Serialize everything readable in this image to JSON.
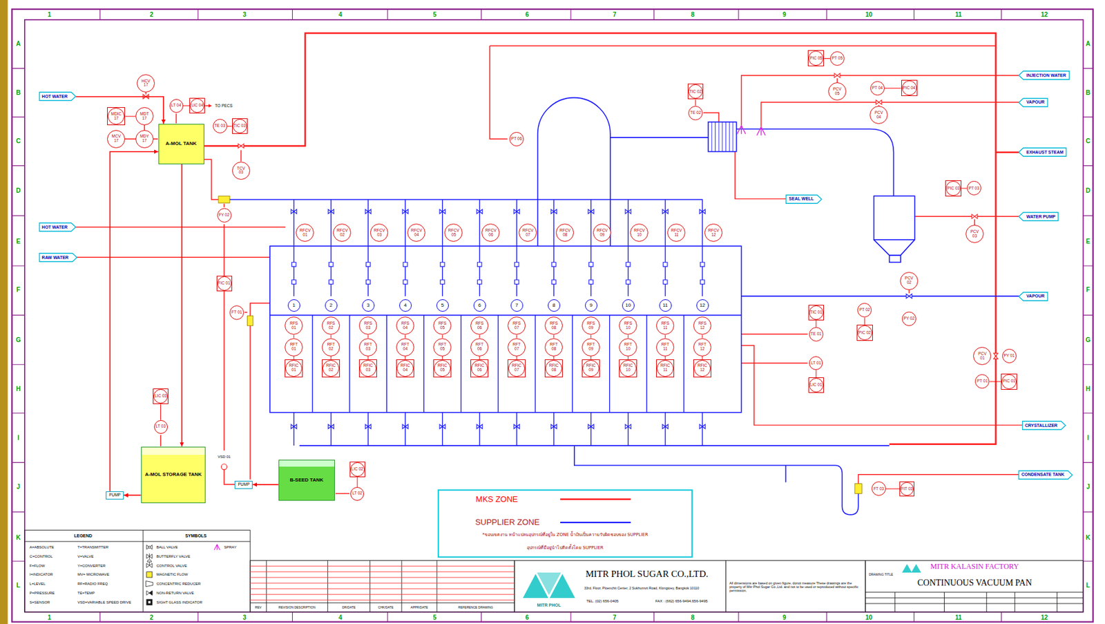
{
  "diagram": {
    "title": "CONTINUOUS VACUUM PAN",
    "nodes": [
      {
        "text": [
          "PIC 05"
        ]
      },
      {
        "text": [
          "PT 05"
        ]
      },
      {
        "text": [
          "INJECTION WATER"
        ]
      },
      {
        "text": [
          "PT 04"
        ]
      },
      {
        "text": [
          "PIC 04"
        ]
      },
      {
        "text": [
          "HOT WATER"
        ]
      },
      {
        "text": [
          "HCV 17"
        ]
      },
      {
        "text": [
          "PCV 05"
        ]
      },
      {
        "text": [
          "TIC 02"
        ]
      },
      {
        "text": [
          "VAPOUR"
        ]
      },
      {
        "text": [
          "LT 04"
        ]
      },
      {
        "text": [
          "LIC 04"
        ]
      },
      {
        "text": [
          "PCV 04"
        ]
      },
      {
        "text": [
          "MDIC 17"
        ]
      },
      {
        "text": [
          "MDT 17"
        ]
      },
      {
        "text": [
          "TE 02"
        ]
      },
      {
        "text": [
          "TE 03"
        ]
      },
      {
        "text": [
          "TIC 03"
        ]
      },
      {
        "text": [
          "A-MOL TANK"
        ]
      },
      {
        "text": [
          "MCV 17"
        ]
      },
      {
        "text": [
          "MDY 17"
        ]
      },
      {
        "text": [
          "PT 06"
        ]
      },
      {
        "text": [
          "EXHAUST STEAM"
        ]
      },
      {
        "text": [
          "TCV 03"
        ]
      },
      {
        "text": [
          "PIC 03"
        ]
      },
      {
        "text": [
          "PT 03"
        ]
      },
      {
        "text": [
          "SEAL WELL"
        ]
      },
      {
        "text": [
          "FY 02"
        ]
      },
      {
        "text": [
          "WATER PUMP"
        ]
      },
      {
        "text": [
          "HOT WATER"
        ]
      },
      {
        "text": [
          "PCV 03"
        ]
      },
      {
        "text": [
          "RFCV 01"
        ]
      },
      {
        "text": [
          "RFCV 02"
        ]
      },
      {
        "text": [
          "RFCV 03"
        ]
      },
      {
        "text": [
          "RFCV 04"
        ]
      },
      {
        "text": [
          "RFCV 05"
        ]
      },
      {
        "text": [
          "RFCV 06"
        ]
      },
      {
        "text": [
          "RFCV 07"
        ]
      },
      {
        "text": [
          "RFCV 08"
        ]
      },
      {
        "text": [
          "RFCV 09"
        ]
      },
      {
        "text": [
          "RFCV 10"
        ]
      },
      {
        "text": [
          "RFCV 11"
        ]
      },
      {
        "text": [
          "RFCV 12"
        ]
      },
      {
        "text": [
          "RAW WATER"
        ]
      },
      {
        "text": [
          "FIC 01"
        ]
      },
      {
        "text": [
          "PCV 02"
        ]
      },
      {
        "text": [
          "VAPOUR"
        ]
      },
      {
        "text": [
          "1"
        ]
      },
      {
        "text": [
          "2"
        ]
      },
      {
        "text": [
          "3"
        ]
      },
      {
        "text": [
          "4"
        ]
      },
      {
        "text": [
          "5"
        ]
      },
      {
        "text": [
          "6"
        ]
      },
      {
        "text": [
          "7"
        ]
      },
      {
        "text": [
          "8"
        ]
      },
      {
        "text": [
          "9"
        ]
      },
      {
        "text": [
          "10"
        ]
      },
      {
        "text": [
          "11"
        ]
      },
      {
        "text": [
          "12"
        ]
      },
      {
        "text": [
          "PT 02"
        ]
      },
      {
        "text": [
          "TIC 01"
        ]
      },
      {
        "text": [
          "FT 01"
        ]
      },
      {
        "text": [
          "PY 02"
        ]
      },
      {
        "text": [
          "RFS 01"
        ]
      },
      {
        "text": [
          "RFS 02"
        ]
      },
      {
        "text": [
          "RFS 03"
        ]
      },
      {
        "text": [
          "RFS 04"
        ]
      },
      {
        "text": [
          "RFS 05"
        ]
      },
      {
        "text": [
          "RFS 06"
        ]
      },
      {
        "text": [
          "RFS 07"
        ]
      },
      {
        "text": [
          "RFS 08"
        ]
      },
      {
        "text": [
          "RFS 09"
        ]
      },
      {
        "text": [
          "RFS 10"
        ]
      },
      {
        "text": [
          "RFS 11"
        ]
      },
      {
        "text": [
          "RFS 12"
        ]
      },
      {
        "text": [
          "PIC 02"
        ]
      },
      {
        "text": [
          "TE 01"
        ]
      },
      {
        "text": [
          "RFT 01"
        ]
      },
      {
        "text": [
          "RFT 02"
        ]
      },
      {
        "text": [
          "RFT 03"
        ]
      },
      {
        "text": [
          "RFT 04"
        ]
      },
      {
        "text": [
          "RFT 05"
        ]
      },
      {
        "text": [
          "RFT 06"
        ]
      },
      {
        "text": [
          "RFT 07"
        ]
      },
      {
        "text": [
          "RFT 08"
        ]
      },
      {
        "text": [
          "RFT 09"
        ]
      },
      {
        "text": [
          "RFT 10"
        ]
      },
      {
        "text": [
          "RFT 11"
        ]
      },
      {
        "text": [
          "RFT 12"
        ]
      },
      {
        "text": [
          "PCV 01"
        ]
      },
      {
        "text": [
          "PY 01"
        ]
      },
      {
        "text": [
          "LT 01"
        ]
      },
      {
        "text": [
          "RFIC 01"
        ]
      },
      {
        "text": [
          "RFIC 02"
        ]
      },
      {
        "text": [
          "RFIC 03"
        ]
      },
      {
        "text": [
          "RFIC 04"
        ]
      },
      {
        "text": [
          "RFIC 05"
        ]
      },
      {
        "text": [
          "RFIC 06"
        ]
      },
      {
        "text": [
          "RFIC 07"
        ]
      },
      {
        "text": [
          "RFIC 08"
        ]
      },
      {
        "text": [
          "RFIC 09"
        ]
      },
      {
        "text": [
          "RFIC 10"
        ]
      },
      {
        "text": [
          "RFIC 11"
        ]
      },
      {
        "text": [
          "RFIC 12"
        ]
      },
      {
        "text": [
          "PT 01"
        ]
      },
      {
        "text": [
          "PIC 01"
        ]
      },
      {
        "text": [
          "LIC 01"
        ]
      },
      {
        "text": [
          "LIC 03"
        ]
      },
      {
        "text": [
          "CRYSTALLIZER"
        ]
      },
      {
        "text": [
          "LT 03"
        ]
      },
      {
        "text": [
          "A-MOL STORAGE TANK"
        ]
      },
      {
        "text": [
          "LIC 02"
        ]
      },
      {
        "text": [
          "CONDENSATE TANK"
        ]
      },
      {
        "text": [
          "B-SEED TANK"
        ]
      },
      {
        "text": [
          "PUMP"
        ]
      },
      {
        "text": [
          "FT 03"
        ]
      },
      {
        "text": [
          "FIT 03"
        ]
      },
      {
        "text": [
          "PUMP"
        ]
      },
      {
        "text": [
          "LT 02"
        ]
      }
    ],
    "edges": [
      {
        "from": 5,
        "to": 18,
        "arrow": "to"
      },
      {
        "from": 18,
        "to": 110,
        "arrow": "to"
      },
      {
        "from": 117,
        "to": 18,
        "arrow": "to"
      },
      {
        "from": 110,
        "to": 117,
        "arrow": "to"
      },
      {
        "from": 113,
        "to": 114,
        "arrow": "to"
      },
      {
        "from": 109,
        "to": 107,
        "arrow": "none"
      },
      {
        "from": 118,
        "to": 111,
        "arrow": "none"
      },
      {
        "from": 76,
        "to": 60,
        "arrow": "none"
      },
      {
        "from": 91,
        "to": 106,
        "arrow": "none"
      },
      {
        "from": 15,
        "to": 8,
        "arrow": "none"
      },
      {
        "from": 1,
        "to": 0,
        "arrow": "none"
      },
      {
        "from": 3,
        "to": 4,
        "arrow": "none"
      },
      {
        "from": 25,
        "to": 24,
        "arrow": "none"
      },
      {
        "from": 59,
        "to": 75,
        "arrow": "none"
      },
      {
        "from": 104,
        "to": 105,
        "arrow": "none"
      },
      {
        "from": 115,
        "to": 116,
        "arrow": "none"
      },
      {
        "from": 16,
        "to": 17,
        "arrow": "none"
      },
      {
        "from": 14,
        "to": 13,
        "arrow": "none"
      },
      {
        "from": 10,
        "to": 11,
        "arrow": "none"
      },
      {
        "from": 63,
        "to": 77,
        "arrow": "none"
      },
      {
        "from": 64,
        "to": 78,
        "arrow": "none"
      },
      {
        "from": 65,
        "to": 79,
        "arrow": "none"
      },
      {
        "from": 66,
        "to": 80,
        "arrow": "none"
      },
      {
        "from": 67,
        "to": 81,
        "arrow": "none"
      },
      {
        "from": 68,
        "to": 82,
        "arrow": "none"
      },
      {
        "from": 69,
        "to": 83,
        "arrow": "none"
      },
      {
        "from": 70,
        "to": 84,
        "arrow": "none"
      },
      {
        "from": 71,
        "to": 85,
        "arrow": "none"
      },
      {
        "from": 72,
        "to": 86,
        "arrow": "none"
      },
      {
        "from": 73,
        "to": 87,
        "arrow": "none"
      },
      {
        "from": 74,
        "to": 88,
        "arrow": "none"
      },
      {
        "from": 77,
        "to": 92,
        "arrow": "none"
      },
      {
        "from": 78,
        "to": 93,
        "arrow": "none"
      },
      {
        "from": 79,
        "to": 94,
        "arrow": "none"
      },
      {
        "from": 80,
        "to": 95,
        "arrow": "none"
      },
      {
        "from": 81,
        "to": 96,
        "arrow": "none"
      },
      {
        "from": 82,
        "to": 97,
        "arrow": "none"
      },
      {
        "from": 83,
        "to": 98,
        "arrow": "none"
      },
      {
        "from": 84,
        "to": 99,
        "arrow": "none"
      },
      {
        "from": 85,
        "to": 100,
        "arrow": "none"
      },
      {
        "from": 86,
        "to": 101,
        "arrow": "none"
      },
      {
        "from": 87,
        "to": 102,
        "arrow": "none"
      },
      {
        "from": 88,
        "to": 103,
        "arrow": "none"
      }
    ],
    "labels": [
      "1",
      "2",
      "3",
      "4",
      "5",
      "6",
      "7",
      "8",
      "9",
      "10",
      "11",
      "12",
      "1",
      "2",
      "3",
      "4",
      "5",
      "6",
      "7",
      "8",
      "9",
      "10",
      "11",
      "12",
      "A",
      "B",
      "C",
      "D",
      "E",
      "F",
      "G",
      "H",
      "I",
      "J",
      "K",
      "L",
      "A",
      "B",
      "C",
      "D",
      "E",
      "F",
      "G",
      "H",
      "I",
      "J",
      "K",
      "L",
      "TO PECS",
      "VSD 01",
      "LEGEND",
      "SYMBOLS",
      "A=ABSOLUTE",
      "C=CONTROL",
      "F=FLOW",
      "I=INDICATOR",
      "L=LEVEL",
      "P=PRESSURE",
      "S=SENSOR",
      "T=TRANSMITTER",
      "V=VALVE",
      "Y=CONVERTER",
      "MV= MICROWAVE",
      "RF=RADIO FREQ",
      "TE=TEMP",
      "VSD=VARIABLE SPEED DRIVE",
      "REV",
      "REVISION DESCRIPTION",
      "DR/DATE",
      "CHK/DATE",
      "APPR/DATE",
      "REFERENCE DRAWING",
      "MITR PHOL",
      "MITR PHOL SUGAR CO.,LTD.",
      "33rd. Floor, Ploenchit Center, 2 Sukhumvit Road, Klongtoey, Bangkok 10110",
      "TEL. (02) 656-0405",
      "FAX : (662) 656-9494,656-9495",
      "All dimensions are based on given figure, donot measure These drawings are the property of Mitr Phol Sugar Co.,Ltd. and not to be used or reproduced without specific permission.",
      "DRAWING TITLE",
      "MITR KALASIN FACTORY",
      "*ขอบเขตงาน หน้าแปลนอุปกรณ์ที่อยู่ใน ZONE น้ำเงินเป็นความรับผิดชอบของ SUPPLIER",
      "อุปกรณ์ที่มีอยู่นำไปติดตั้งโดย SUPPLIER"
    ],
    "legend": [
      {
        "text": "MKS ZONE"
      },
      {
        "text": "SUPPLIER ZONE"
      },
      {
        "text": "BALL VALVE"
      },
      {
        "text": "SPRAY"
      },
      {
        "text": "BUTTERFLY VALVE"
      },
      {
        "text": "CONTROL VALVE"
      },
      {
        "text": "MAGNETIC FLOW"
      },
      {
        "text": "CONCENTRIC REDUCER"
      },
      {
        "text": "NON-RETURN VALVE"
      },
      {
        "text": "SIGHT GLASS INDICATOR"
      }
    ]
  }
}
